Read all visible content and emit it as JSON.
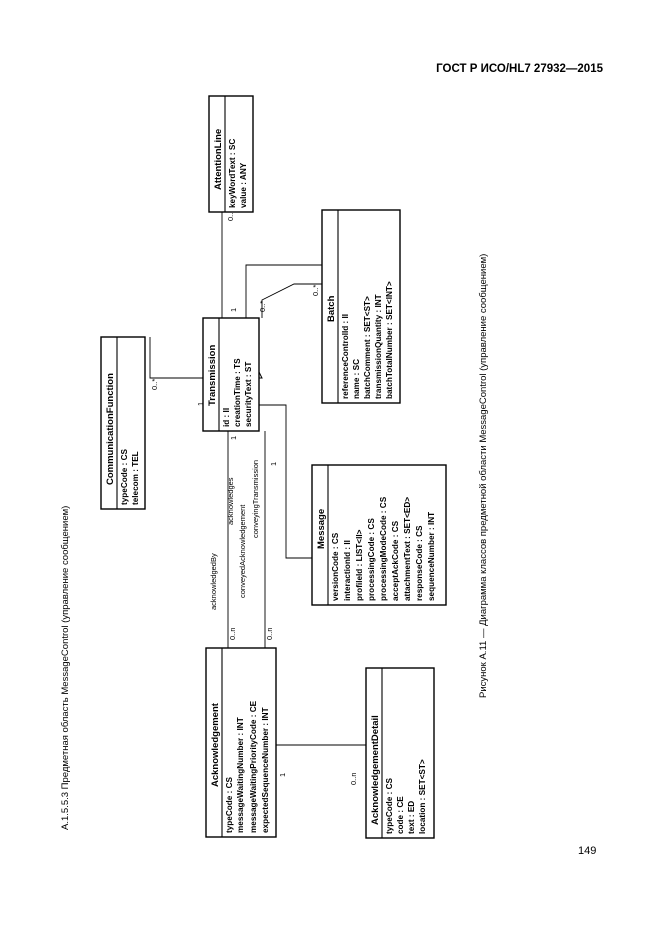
{
  "header": {
    "standard": "ГОСТ Р ИСО/HL7 27932—2015"
  },
  "section_caption": "А.1.5.5.3 Предметная область MessageControl (управление сообщением)",
  "figure_caption": "Рисунок А.11 — Диаграмма классов предметной области MessageControl (управление сообщением)",
  "page_number": "149",
  "classes": {
    "attention_line": {
      "name": "AttentionLine",
      "attrs": [
        "keyWordText : SC",
        "value : ANY"
      ]
    },
    "communication_function": {
      "name": "CommunicationFunction",
      "attrs": [
        "typeCode : CS",
        "telecom : TEL"
      ]
    },
    "transmission": {
      "name": "Transmission",
      "attrs": [
        "id : II",
        "creationTime : TS",
        "securityText : ST"
      ]
    },
    "batch": {
      "name": "Batch",
      "attrs": [
        "referenceControlId : II",
        "name : SC",
        "batchComment : SET<ST>",
        "transmissionQuantity : INT",
        "batchTotalNumber : SET<INT>"
      ]
    },
    "message": {
      "name": "Message",
      "attrs": [
        "versionCode : CS",
        "interactionId : II",
        "profileId : LIST<II>",
        "processingCode : CS",
        "processingModeCode : CS",
        "acceptAckCode : CS",
        "attachmentText : SET<ED>",
        "responseCode : CS",
        "sequenceNumber : INT"
      ]
    },
    "acknowledgement": {
      "name": "Acknowledgement",
      "attrs": [
        "typeCode : CS",
        "messageWaitingNumber : INT",
        "messageWaitingPriorityCode : CE",
        "expectedSequenceNumber : INT"
      ]
    },
    "acknowledgement_detail": {
      "name": "AcknowledgementDetail",
      "attrs": [
        "typeCode : CS",
        "code : CE",
        "text : ED",
        "location : SET<ST>"
      ]
    }
  },
  "associations": {
    "acknowledged_by": "acknowledgedBy",
    "acknowledges": "acknowledges",
    "conveyed_acknowledgement": "conveyedAcknowledgement",
    "conveying_transmission": "conveyingTransmission"
  },
  "multiplicities": {
    "m_0n": "0..n",
    "m_1": "1",
    "m_0star": "0..*"
  }
}
